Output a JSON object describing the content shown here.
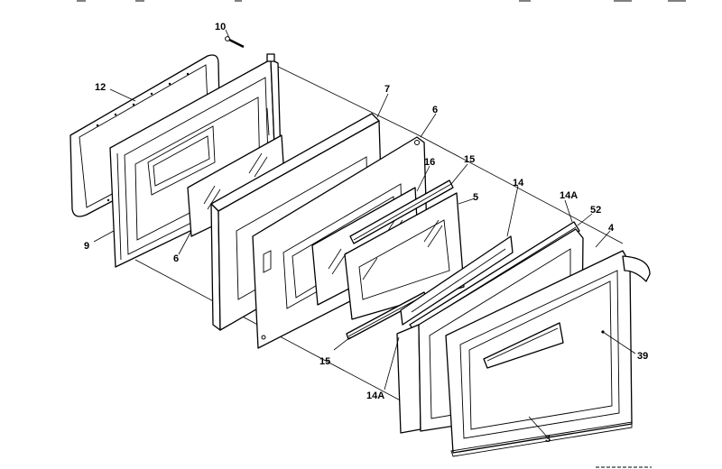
{
  "diagram": {
    "type": "exploded-parts-view",
    "callouts": {
      "c10": "10",
      "c12": "12",
      "c9": "9",
      "c6a": "6",
      "c7": "7",
      "c6b": "6",
      "c16": "16",
      "c15a": "15",
      "c5": "5",
      "c14": "14",
      "c14a_top": "14A",
      "c52": "52",
      "c4": "4",
      "c39": "39",
      "c15b": "15",
      "c14a_bottom": "14A",
      "c3": "3"
    }
  }
}
